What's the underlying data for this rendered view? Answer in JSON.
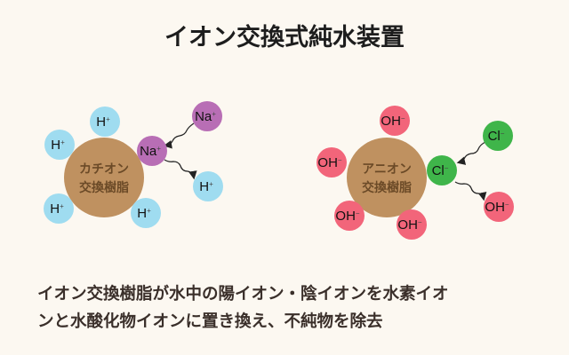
{
  "title": "イオン交換式純水装置",
  "cation": {
    "resin_label_1": "カチオン",
    "resin_label_2": "交換樹脂",
    "bound_ion": "H",
    "bound_charge": "+",
    "incoming_ion": "Na",
    "incoming_charge": "+",
    "released_ion": "H",
    "released_charge": "+"
  },
  "anion": {
    "resin_label_1": "アニオン",
    "resin_label_2": "交換樹脂",
    "bound_ion": "OH",
    "bound_charge": "−",
    "incoming_ion": "Cl",
    "incoming_charge": "−",
    "released_ion": "OH",
    "released_charge": "−"
  },
  "colors": {
    "background": "#fcf8f1",
    "resin": "#bf9160",
    "h_ion": "#9fdcf0",
    "na_ion": "#b86eb5",
    "oh_ion": "#f2657a",
    "cl_ion": "#3fb54a"
  },
  "description_line1": "イオン交換樹脂が水中の陽イオン・陰イオンを水素イオ",
  "description_line2": "ンと水酸化物イオンに置き換え、不純物を除去"
}
